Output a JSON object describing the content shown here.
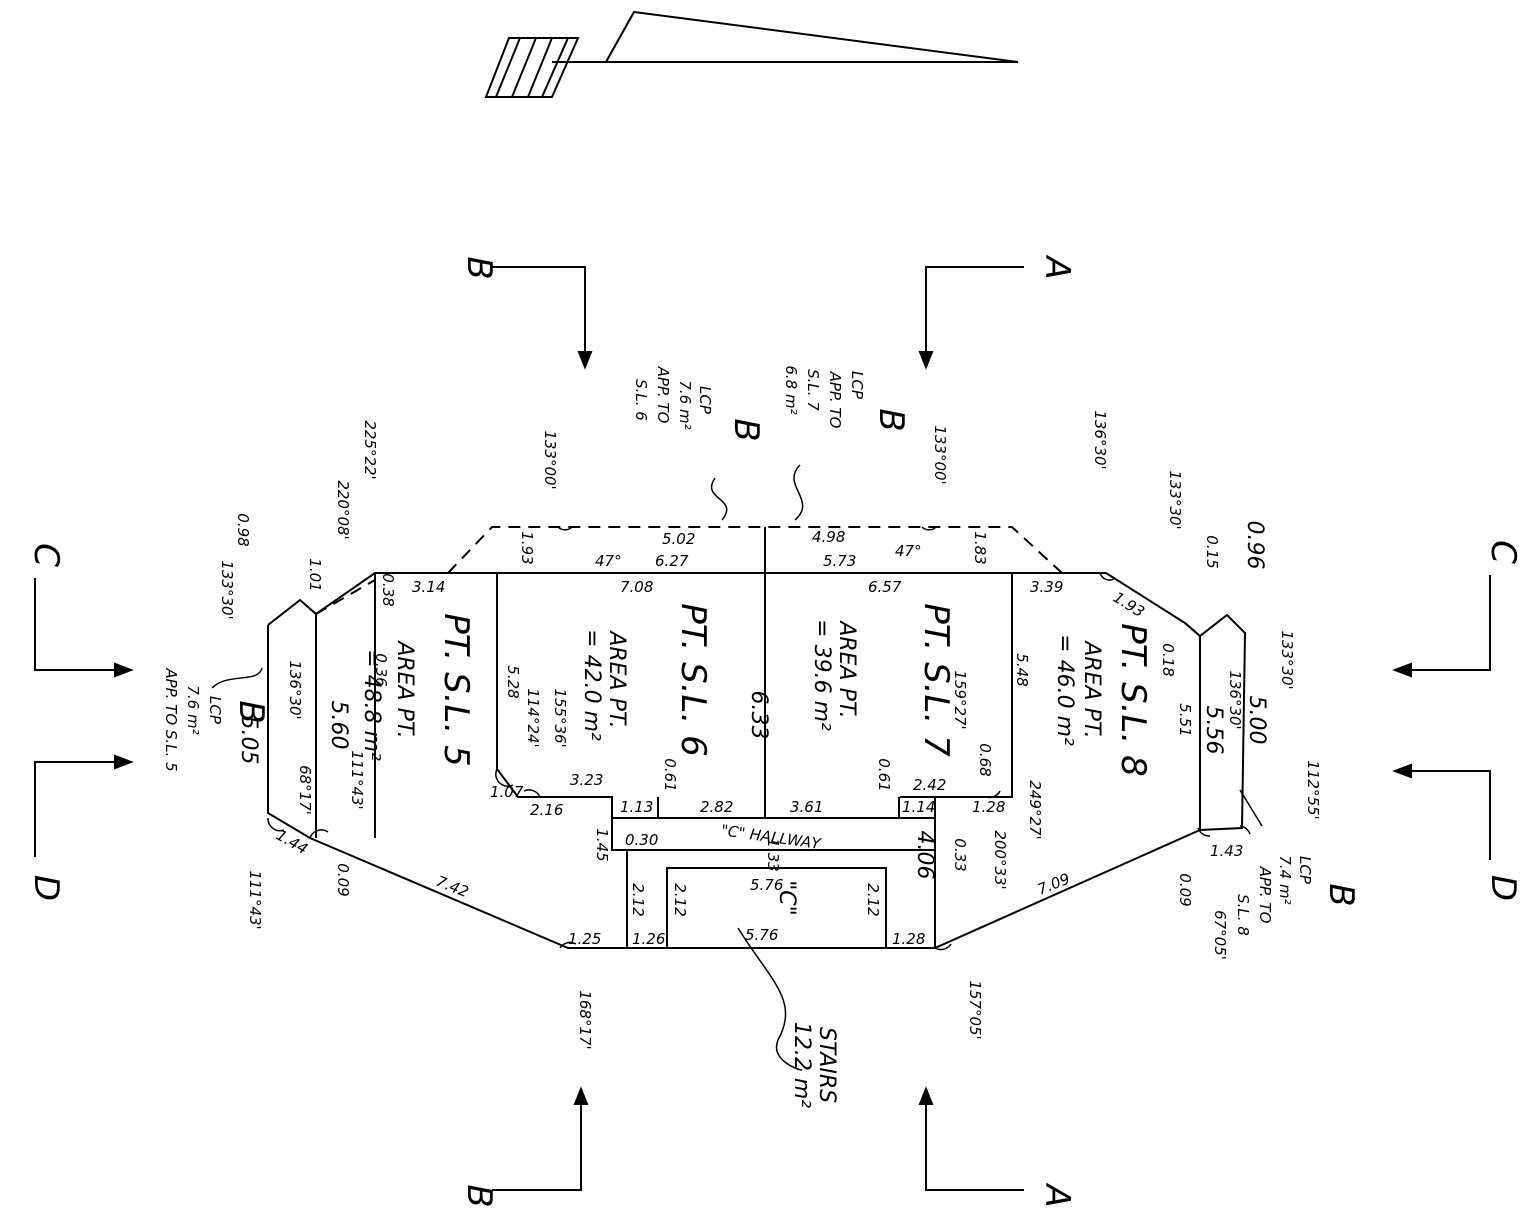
{
  "section_markers": {
    "left_top": "C",
    "left_bottom": "D",
    "right_top": "C",
    "right_bottom": "D",
    "top_left": "B",
    "top_right": "A",
    "bottom_left": "B",
    "bottom_right": "A"
  },
  "rooms": {
    "sl5": {
      "name": "PT. S.L. 5",
      "area_label": "AREA PT.",
      "area_value": "= 48.8 m²"
    },
    "sl6": {
      "name": "PT. S.L. 6",
      "area_label": "AREA PT.",
      "area_value": "= 42.0 m²"
    },
    "sl7": {
      "name": "PT. S.L. 7",
      "area_label": "AREA PT.",
      "area_value": "= 39.6 m²"
    },
    "sl8": {
      "name": "PT. S.L. 8",
      "area_label": "AREA PT.",
      "area_value": "= 46.0 m²"
    },
    "hallway": "\"C\" HALLWAY",
    "stairs_c": "\"C\"",
    "stairs_label": "STAIRS",
    "stairs_area": "12.2 m²"
  },
  "lcp_notes": {
    "left": {
      "letter": "B",
      "line1": "LCP",
      "line2": "7.6 m²",
      "line3": "APP. TO S.L. 5"
    },
    "top_l": {
      "letter": "B",
      "line1": "LCP",
      "line2": "7.6 m²",
      "line3": "APP. TO",
      "line4": "S.L. 6"
    },
    "top_r": {
      "letter": "B",
      "line1": "LCP",
      "line2": "APP. TO",
      "line3": "S.L. 7",
      "line4": "6.8 m²"
    },
    "right": {
      "letter": "B",
      "line1": "LCP",
      "line2": "7.4 m²",
      "line3": "APP. TO",
      "line4": "S.L. 8"
    }
  },
  "dimensions": {
    "d_502": "5.02",
    "d_498": "4.98",
    "d_627": "6.27",
    "d_573": "5.73",
    "d_708": "7.08",
    "d_657": "6.57",
    "d_314": "3.14",
    "d_339": "3.39",
    "d_193a": "1.93",
    "d_193b": "1.93",
    "d_183": "1.83",
    "d_098": "0.98",
    "d_101": "1.01",
    "d_038": "0.38",
    "d_036": "0.36",
    "d_505": "5.05",
    "d_560": "5.60",
    "d_633": "6.33",
    "d_548": "5.48",
    "d_528": "5.28",
    "d_551": "5.51",
    "d_556": "5.56",
    "d_500": "5.00",
    "d_323": "3.23",
    "d_107": "1.07",
    "d_216": "2.16",
    "d_113": "1.13",
    "d_282": "2.82",
    "d_361": "3.61",
    "d_114": "1.14",
    "d_242": "2.42",
    "d_128a": "1.28",
    "d_068": "0.68",
    "d_061a": "0.61",
    "d_061b": "0.61",
    "d_145": "1.45",
    "d_030": "0.30",
    "d_133": "1.33",
    "d_406": "4.06",
    "d_033": "0.33",
    "d_576a": "5.76",
    "d_576b": "5.76",
    "d_212a": "2.12",
    "d_212b": "2.12",
    "d_212c": "2.12",
    "d_126": "1.26",
    "d_125": "1.25",
    "d_128b": "1.28",
    "d_742": "7.42",
    "d_709": "7.09",
    "d_144": "1.44",
    "d_143": "1.43",
    "d_009a": "0.09",
    "d_009b": "0.09",
    "d_015": "0.15",
    "d_018": "0.18",
    "d_096": "0.96",
    "d_047a": "47°",
    "d_047b": "47°"
  },
  "angles": {
    "a1": "133°00'",
    "a2": "133°00'",
    "a3": "136°30'",
    "a4": "133°30'",
    "a5": "133°30'",
    "a6": "136°30'",
    "a7": "136°30'",
    "a8": "133°30'",
    "a9": "220°08'",
    "a10": "225°22'",
    "a11": "111°43'",
    "a12": "111°43'",
    "a13": "68°17'",
    "a14": "168°17'",
    "a15": "114°24'",
    "a16": "155°36'",
    "a17": "159°27'",
    "a18": "200°33'",
    "a19": "249°27'",
    "a20": "157°05'",
    "a21": "67°05'",
    "a22": "112°55'"
  }
}
